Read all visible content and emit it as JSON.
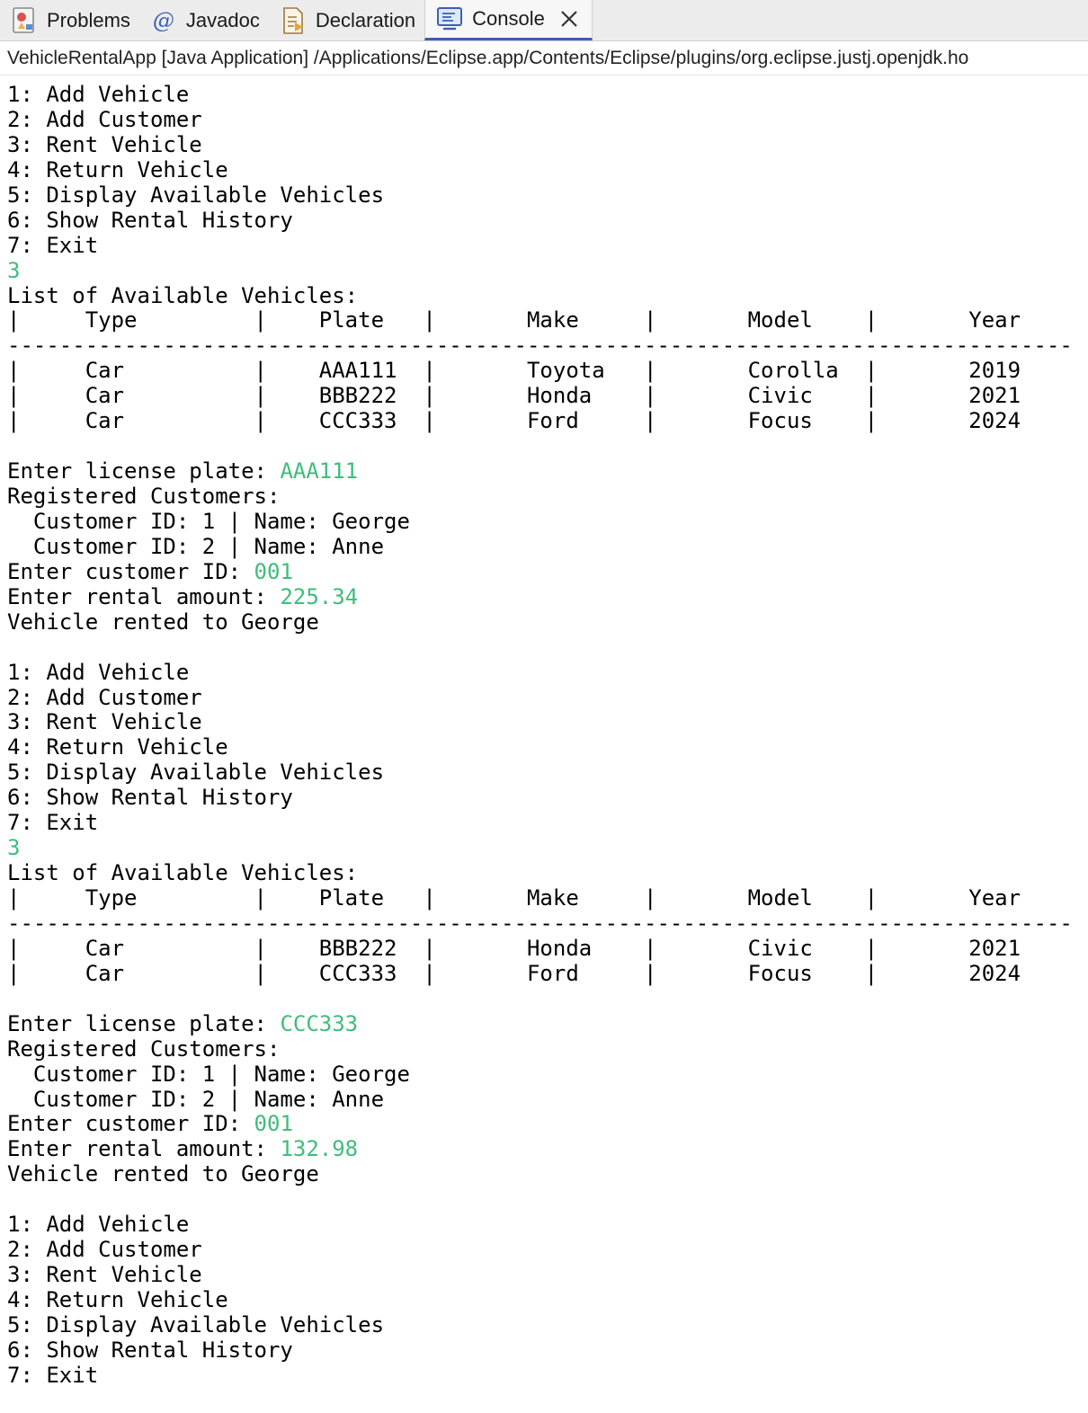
{
  "tabs": [
    {
      "label": "Problems",
      "icon": "problems-icon",
      "active": false
    },
    {
      "label": "Javadoc",
      "icon": "at-javadoc-icon",
      "active": false
    },
    {
      "label": "Declaration",
      "icon": "declaration-icon",
      "active": false
    },
    {
      "label": "Console",
      "icon": "console-icon",
      "active": true
    }
  ],
  "path_text": "VehicleRentalApp [Java Application] /Applications/Eclipse.app/Contents/Eclipse/plugins/org.eclipse.justj.openjdk.ho",
  "colors": {
    "input": "#3ebd7a",
    "tab_active_underline": "#3b5eb8"
  },
  "console_lines": [
    {
      "text": "1: Add Vehicle"
    },
    {
      "text": "2: Add Customer"
    },
    {
      "text": "3: Rent Vehicle"
    },
    {
      "text": "4: Return Vehicle"
    },
    {
      "text": "5: Display Available Vehicles"
    },
    {
      "text": "6: Show Rental History"
    },
    {
      "text": "7: Exit"
    },
    {
      "text": "",
      "input": "3"
    },
    {
      "text": "List of Available Vehicles:"
    },
    {
      "text": "|     Type         |    Plate   |       Make     |       Model    |       Year     |"
    },
    {
      "text": "----------------------------------------------------------------------------------"
    },
    {
      "text": "|     Car          |    AAA111  |       Toyota   |       Corolla  |       2019     |"
    },
    {
      "text": "|     Car          |    BBB222  |       Honda    |       Civic    |       2021     |"
    },
    {
      "text": "|     Car          |    CCC333  |       Ford     |       Focus    |       2024     |"
    },
    {
      "text": ""
    },
    {
      "text": "Enter license plate: ",
      "input": "AAA111"
    },
    {
      "text": "Registered Customers:"
    },
    {
      "text": "  Customer ID: 1 | Name: George"
    },
    {
      "text": "  Customer ID: 2 | Name: Anne"
    },
    {
      "text": "Enter customer ID: ",
      "input": "001"
    },
    {
      "text": "Enter rental amount: ",
      "input": "225.34"
    },
    {
      "text": "Vehicle rented to George"
    },
    {
      "text": ""
    },
    {
      "text": "1: Add Vehicle"
    },
    {
      "text": "2: Add Customer"
    },
    {
      "text": "3: Rent Vehicle"
    },
    {
      "text": "4: Return Vehicle"
    },
    {
      "text": "5: Display Available Vehicles"
    },
    {
      "text": "6: Show Rental History"
    },
    {
      "text": "7: Exit"
    },
    {
      "text": "",
      "input": "3"
    },
    {
      "text": "List of Available Vehicles:"
    },
    {
      "text": "|     Type         |    Plate   |       Make     |       Model    |       Year     |"
    },
    {
      "text": "----------------------------------------------------------------------------------"
    },
    {
      "text": "|     Car          |    BBB222  |       Honda    |       Civic    |       2021     |"
    },
    {
      "text": "|     Car          |    CCC333  |       Ford     |       Focus    |       2024     |"
    },
    {
      "text": ""
    },
    {
      "text": "Enter license plate: ",
      "input": "CCC333"
    },
    {
      "text": "Registered Customers:"
    },
    {
      "text": "  Customer ID: 1 | Name: George"
    },
    {
      "text": "  Customer ID: 2 | Name: Anne"
    },
    {
      "text": "Enter customer ID: ",
      "input": "001"
    },
    {
      "text": "Enter rental amount: ",
      "input": "132.98"
    },
    {
      "text": "Vehicle rented to George"
    },
    {
      "text": ""
    },
    {
      "text": "1: Add Vehicle"
    },
    {
      "text": "2: Add Customer"
    },
    {
      "text": "3: Rent Vehicle"
    },
    {
      "text": "4: Return Vehicle"
    },
    {
      "text": "5: Display Available Vehicles"
    },
    {
      "text": "6: Show Rental History"
    },
    {
      "text": "7: Exit"
    }
  ]
}
